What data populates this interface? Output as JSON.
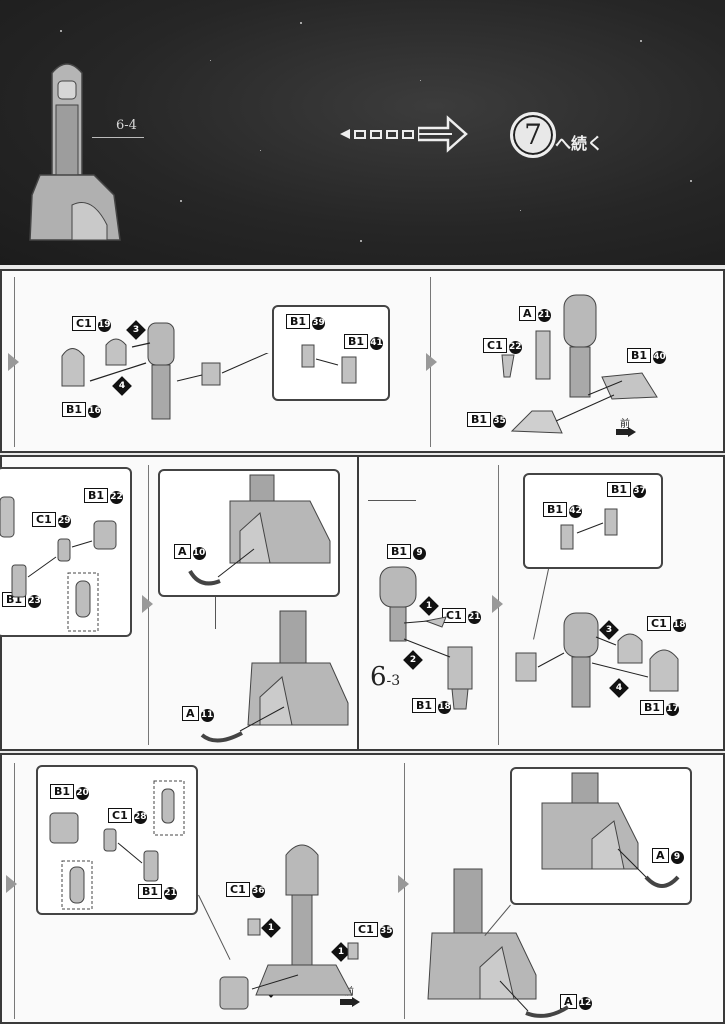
{
  "header": {
    "step_ref": "6-4",
    "continue_step": "7",
    "continue_text": "へ続く"
  },
  "panels": {
    "top_middle": {
      "labels": {
        "c1": {
          "code": "C1",
          "num": "19"
        },
        "b1_16": {
          "code": "B1",
          "num": "16"
        },
        "b1_39": {
          "code": "B1",
          "num": "39"
        },
        "b1_41": {
          "code": "B1",
          "num": "41"
        },
        "step3": "3",
        "step4": "4"
      }
    },
    "top_right": {
      "labels": {
        "a21": {
          "code": "A",
          "num": "21"
        },
        "c1_22": {
          "code": "C1",
          "num": "22"
        },
        "b1_40": {
          "code": "B1",
          "num": "40"
        },
        "b1_35": {
          "code": "B1",
          "num": "35"
        },
        "front": "前"
      }
    },
    "mid_left": {
      "labels": {
        "b1_22": {
          "code": "B1",
          "num": "22"
        },
        "c1_29": {
          "code": "C1",
          "num": "29"
        },
        "b1_23": {
          "code": "B1",
          "num": "23"
        }
      }
    },
    "mid_center": {
      "labels": {
        "a10": {
          "code": "A",
          "num": "10"
        },
        "a11": {
          "code": "A",
          "num": "11"
        }
      }
    },
    "mid_right": {
      "title": "6",
      "title_sub": "-3",
      "labels": {
        "b1_9": {
          "code": "B1",
          "num": "9"
        },
        "c1_21": {
          "code": "C1",
          "num": "21"
        },
        "b1_18": {
          "code": "B1",
          "num": "18"
        },
        "b1_42": {
          "code": "B1",
          "num": "42"
        },
        "b1_37": {
          "code": "B1",
          "num": "37"
        },
        "c1_18": {
          "code": "C1",
          "num": "18"
        },
        "b1_17": {
          "code": "B1",
          "num": "17"
        },
        "step1": "1",
        "step2": "2",
        "step3": "3",
        "step4": "4"
      }
    },
    "bottom_left": {
      "labels": {
        "b1_20": {
          "code": "B1",
          "num": "20"
        },
        "c1_28": {
          "code": "C1",
          "num": "28"
        },
        "b1_21": {
          "code": "B1",
          "num": "21"
        },
        "c1_36": {
          "code": "C1",
          "num": "36"
        },
        "c1_35": {
          "code": "C1",
          "num": "35"
        },
        "step1a": "1",
        "step1b": "1",
        "step2": "2",
        "front": "前"
      }
    },
    "bottom_right": {
      "labels": {
        "a9": {
          "code": "A",
          "num": "9"
        },
        "a12": {
          "code": "A",
          "num": "12"
        }
      }
    }
  }
}
